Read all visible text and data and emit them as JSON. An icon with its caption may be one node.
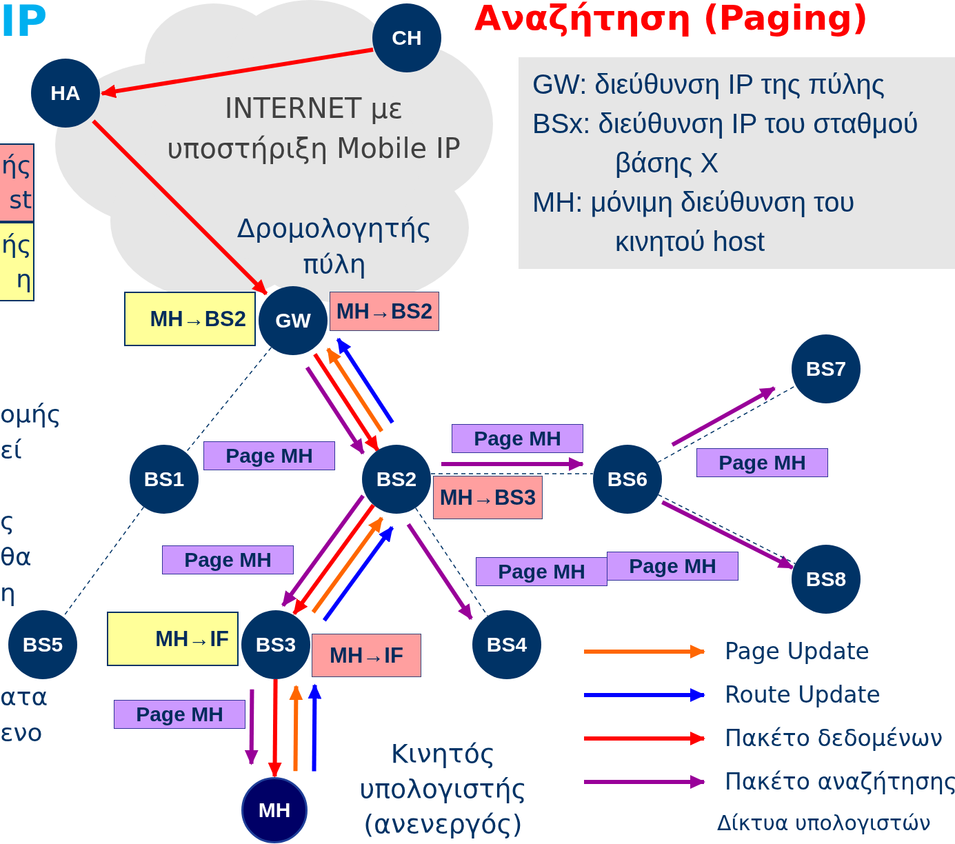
{
  "diagram": {
    "title": "Αναζήτηση (Paging)",
    "nodes": [
      {
        "text": [
          "CH"
        ],
        "in": 2
      },
      {
        "text": [
          "HA"
        ],
        "in": 2
      },
      {
        "text": [
          "INTERNET με υποστήριξη Mobile IP"
        ]
      },
      {
        "text": [
          "GW: διεύθυνση IP της πύλης",
          "BSx: διεύθυνση IP του σταθμού βάσης X",
          "MH: μόνιμη διεύθυνση του κινητού host"
        ]
      },
      {
        "text": [
          "ής st"
        ]
      },
      {
        "text": [
          "ής η"
        ]
      },
      {
        "text": [
          "MH→BS2"
        ]
      },
      {
        "text": [
          "GW"
        ]
      },
      {
        "text": [
          "MH→BS2"
        ]
      },
      {
        "text": [
          "Page MH"
        ]
      },
      {
        "text": [
          "BS1"
        ]
      },
      {
        "text": [
          "BS2"
        ]
      },
      {
        "text": [
          "Page MH"
        ]
      },
      {
        "text": [
          "MH→BS3"
        ]
      },
      {
        "text": [
          "BS6"
        ]
      },
      {
        "text": [
          "BS7"
        ]
      },
      {
        "text": [
          "Page MH"
        ]
      },
      {
        "text": [
          "Page MH"
        ]
      },
      {
        "text": [
          "BS8"
        ]
      },
      {
        "text": [
          "Page MH"
        ]
      },
      {
        "text": [
          "Page MH"
        ]
      },
      {
        "text": [
          "BS5"
        ]
      },
      {
        "text": [
          "MH→IF"
        ]
      },
      {
        "text": [
          "BS3"
        ]
      },
      {
        "text": [
          "MH→IF"
        ]
      },
      {
        "text": [
          "BS4"
        ]
      },
      {
        "text": [
          "Page MH"
        ]
      },
      {
        "text": [
          "MH"
        ],
        "beside": [
          "Κινητός υπολογιστής (ανενεργός)"
        ]
      }
    ],
    "edges": [
      {
        "from": 0,
        "to": 1,
        "arrow": "to",
        "color": "#ff0000"
      },
      {
        "from": 1,
        "to": 7,
        "arrow": "to",
        "color": "#ff0000"
      },
      {
        "from": 7,
        "to": 11,
        "arrow": "to",
        "color": "#990099"
      },
      {
        "from": 7,
        "to": 11,
        "arrow": "to",
        "color": "#ff0000"
      },
      {
        "from": 11,
        "to": 7,
        "arrow": "to",
        "color": "#ff6600"
      },
      {
        "from": 11,
        "to": 7,
        "arrow": "to",
        "color": "#0000ff"
      },
      {
        "from": 11,
        "to": 23,
        "arrow": "to",
        "color": "#990099"
      },
      {
        "from": 11,
        "to": 23,
        "arrow": "to",
        "color": "#ff0000"
      },
      {
        "from": 23,
        "to": 11,
        "arrow": "to",
        "color": "#ff6600"
      },
      {
        "from": 23,
        "to": 11,
        "arrow": "to",
        "color": "#0000ff"
      },
      {
        "from": 23,
        "to": 27,
        "arrow": "to",
        "color": "#990099"
      },
      {
        "from": 23,
        "to": 27,
        "arrow": "to",
        "color": "#ff0000"
      },
      {
        "from": 27,
        "to": 23,
        "arrow": "to",
        "color": "#ff6600"
      },
      {
        "from": 27,
        "to": 23,
        "arrow": "to",
        "color": "#0000ff"
      },
      {
        "from": 11,
        "to": 14,
        "arrow": "to",
        "color": "#990099"
      },
      {
        "from": 11,
        "to": 25,
        "arrow": "to",
        "color": "#990099"
      },
      {
        "from": 14,
        "to": 15,
        "arrow": "to",
        "color": "#990099"
      },
      {
        "from": 14,
        "to": 18,
        "arrow": "to",
        "color": "#990099"
      },
      {
        "from": 7,
        "to": 10,
        "arrow": "none",
        "style": "dashed",
        "color": "#003366"
      },
      {
        "from": 10,
        "to": 21,
        "arrow": "none",
        "style": "dashed",
        "color": "#003366"
      },
      {
        "from": 11,
        "to": 14,
        "arrow": "none",
        "style": "dashed",
        "color": "#003366"
      },
      {
        "from": 11,
        "to": 25,
        "arrow": "none",
        "style": "dashed",
        "color": "#003366"
      },
      {
        "from": 14,
        "to": 15,
        "arrow": "none",
        "style": "dashed",
        "color": "#003366"
      },
      {
        "from": 14,
        "to": 18,
        "arrow": "none",
        "style": "dashed",
        "color": "#003366"
      }
    ],
    "labels": [
      "IP",
      "Δρομολογητής πύλη",
      "ομής εί",
      "ς θα η",
      "ατα ενο",
      "Δίκτυα υπολογιστών"
    ],
    "legend": [
      {
        "text": "Page Update",
        "color": "#ff6600"
      },
      {
        "text": "Route  Update",
        "color": "#0000ff"
      },
      {
        "text": "Πακέτο δεδομένων",
        "color": "#ff0000"
      },
      {
        "text": "Πακέτο αναζήτησης",
        "color": "#990099"
      }
    ]
  }
}
